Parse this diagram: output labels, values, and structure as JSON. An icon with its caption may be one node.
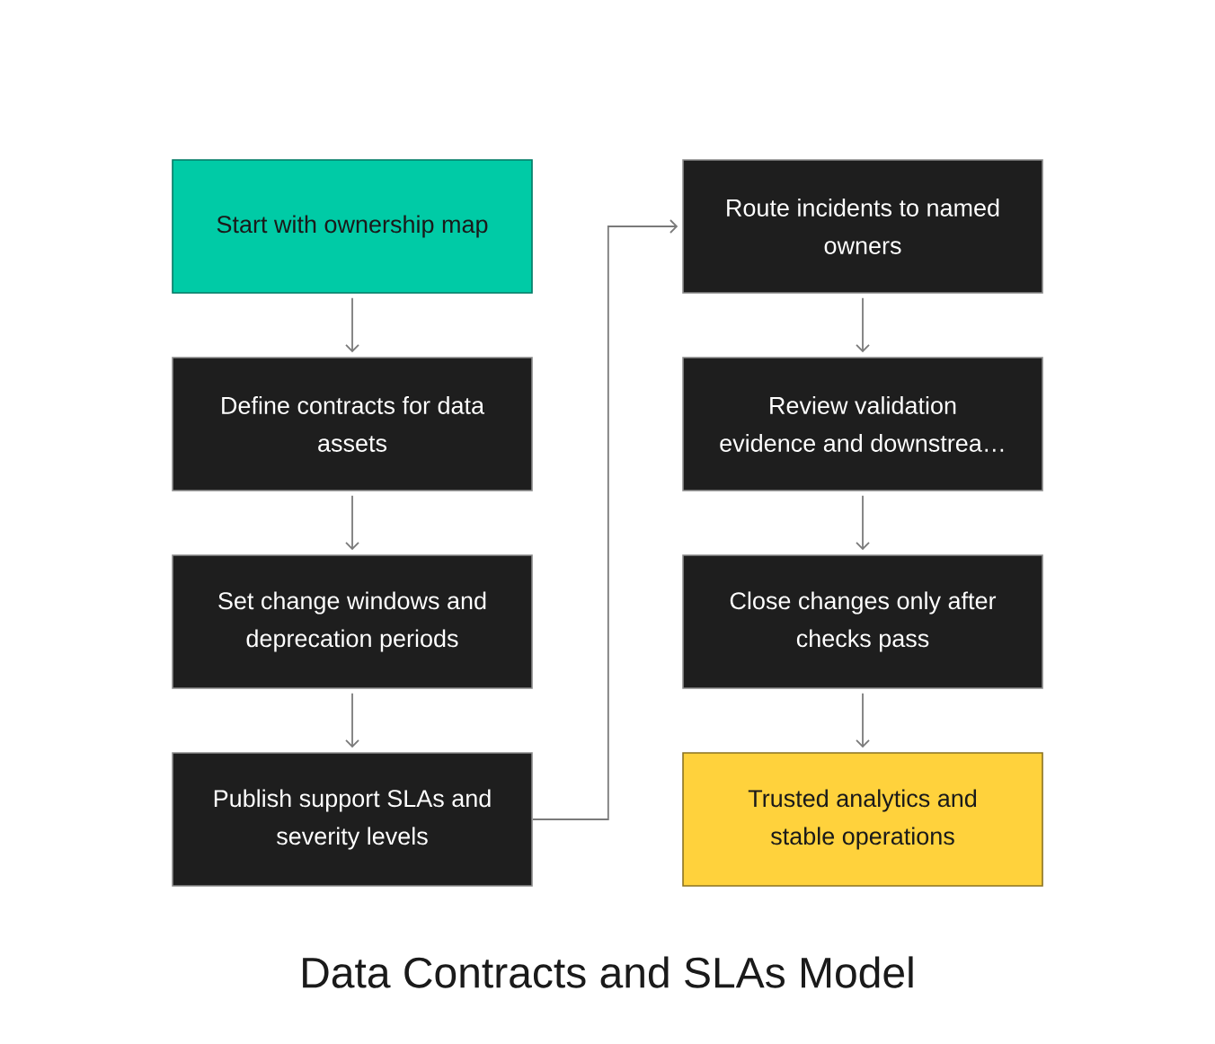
{
  "diagram": {
    "caption": "Data Contracts and SLAs Model",
    "nodes": [
      {
        "text": [
          "Start with ownership map"
        ]
      },
      {
        "text": [
          "Define contracts for data assets"
        ]
      },
      {
        "text": [
          "Set change windows and deprecation periods"
        ]
      },
      {
        "text": [
          "Publish support SLAs and severity levels"
        ]
      },
      {
        "text": [
          "Route incidents to named owners"
        ]
      },
      {
        "text": [
          "Review validation evidence and downstrea…"
        ]
      },
      {
        "text": [
          "Close changes only after checks pass"
        ]
      },
      {
        "text": [
          "Trusted analytics and stable operations"
        ]
      }
    ],
    "edges": [
      {
        "from": 0,
        "to": 1,
        "arrow": "to"
      },
      {
        "from": 1,
        "to": 2,
        "arrow": "to"
      },
      {
        "from": 2,
        "to": 3,
        "arrow": "to"
      },
      {
        "from": 3,
        "to": 4,
        "arrow": "to"
      },
      {
        "from": 4,
        "to": 5,
        "arrow": "to"
      },
      {
        "from": 5,
        "to": 6,
        "arrow": "to"
      },
      {
        "from": 6,
        "to": 7,
        "arrow": "to"
      }
    ]
  }
}
